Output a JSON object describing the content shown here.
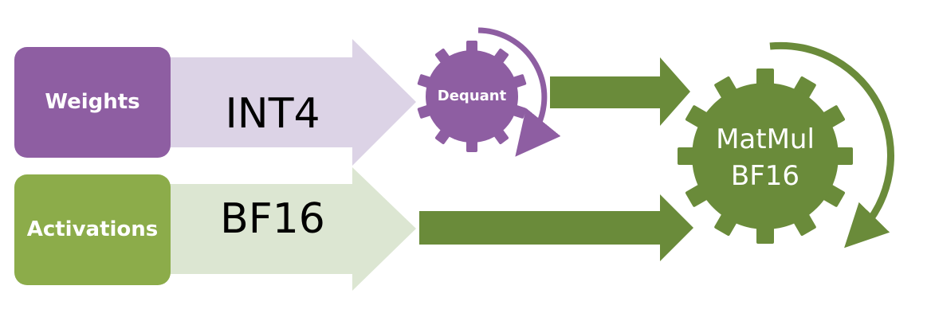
{
  "inputs": {
    "weights": {
      "label": "Weights",
      "format": "INT4"
    },
    "activations": {
      "label": "Activations",
      "format": "BF16"
    }
  },
  "dequant": {
    "label": "Dequant"
  },
  "matmul": {
    "line1": "MatMul",
    "line2": "BF16"
  },
  "colors": {
    "purple": "#8e5ea2",
    "purple_light": "#dcd3e6",
    "green": "#8cac4a",
    "green_light": "#dce6d2",
    "green_dark": "#6a8b3a"
  }
}
